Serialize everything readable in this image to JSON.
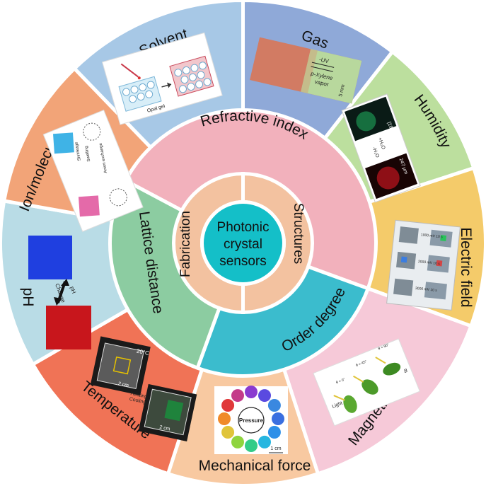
{
  "center": {
    "lines": [
      "Photonic",
      "crystal",
      "sensors"
    ],
    "color": "#14bfc8"
  },
  "inner_ring": [
    {
      "label": "Fabrication",
      "color": "#f3c2a0"
    },
    {
      "label": "Structures",
      "color": "#f3c2a0"
    }
  ],
  "middle_ring": [
    {
      "label": "Refractive index",
      "color": "#f2b1bc"
    },
    {
      "label": "Order degree",
      "color": "#3bbccd"
    },
    {
      "label": "Lattice distance",
      "color": "#8ccca1"
    }
  ],
  "outer_ring": [
    {
      "label": "Gas",
      "color": "#8fa9d8"
    },
    {
      "label": "Humidity",
      "color": "#bcdf9e"
    },
    {
      "label": "Electric field",
      "color": "#f4cb6a"
    },
    {
      "label": "Magnetic field",
      "color": "#f6c9d8"
    },
    {
      "label": "Mechanical force",
      "color": "#f8c9a1"
    },
    {
      "label": "Temperature",
      "color": "#f07356"
    },
    {
      "label": "pH",
      "color": "#b9dce6"
    },
    {
      "label": "Ion/molecule",
      "color": "#f2a478"
    },
    {
      "label": "Solvent",
      "color": "#a7c8e6"
    }
  ],
  "inset_text": {
    "gas": {
      "uv": "-UV",
      "xylene": "p-Xylene",
      "vapor": "vapor",
      "scale": "5 mm"
    },
    "humidity": {
      "top": "[186 μm]",
      "plus": "+H₂O",
      "minus": "-H₂O",
      "bottom": "247 μm"
    },
    "electric": {
      "v1": "1000 mV 10 s",
      "v2": "2000 mV 10 s",
      "v3": "3000 mV 10 s"
    },
    "magnetic": {
      "light": "Light",
      "a0": "θ = 0°",
      "a45": "θ = 45°",
      "a90": "θ = 90°",
      "b": "B"
    },
    "mechanical": {
      "pressure": "Pressure",
      "scale": "1 cm"
    },
    "temperature": {
      "t": "20°C",
      "heating": "Heating",
      "cooling": "Cooling",
      "s1": "2 cm",
      "s2": "2 cm"
    },
    "ph": {
      "change": "Change",
      "ph": "pH"
    },
    "ion": {
      "shrinkage": "Shrinkage",
      "swelling": "Swelling",
      "anion": "Anion exchange"
    },
    "solvent": {
      "opal": "Opal gel"
    }
  }
}
